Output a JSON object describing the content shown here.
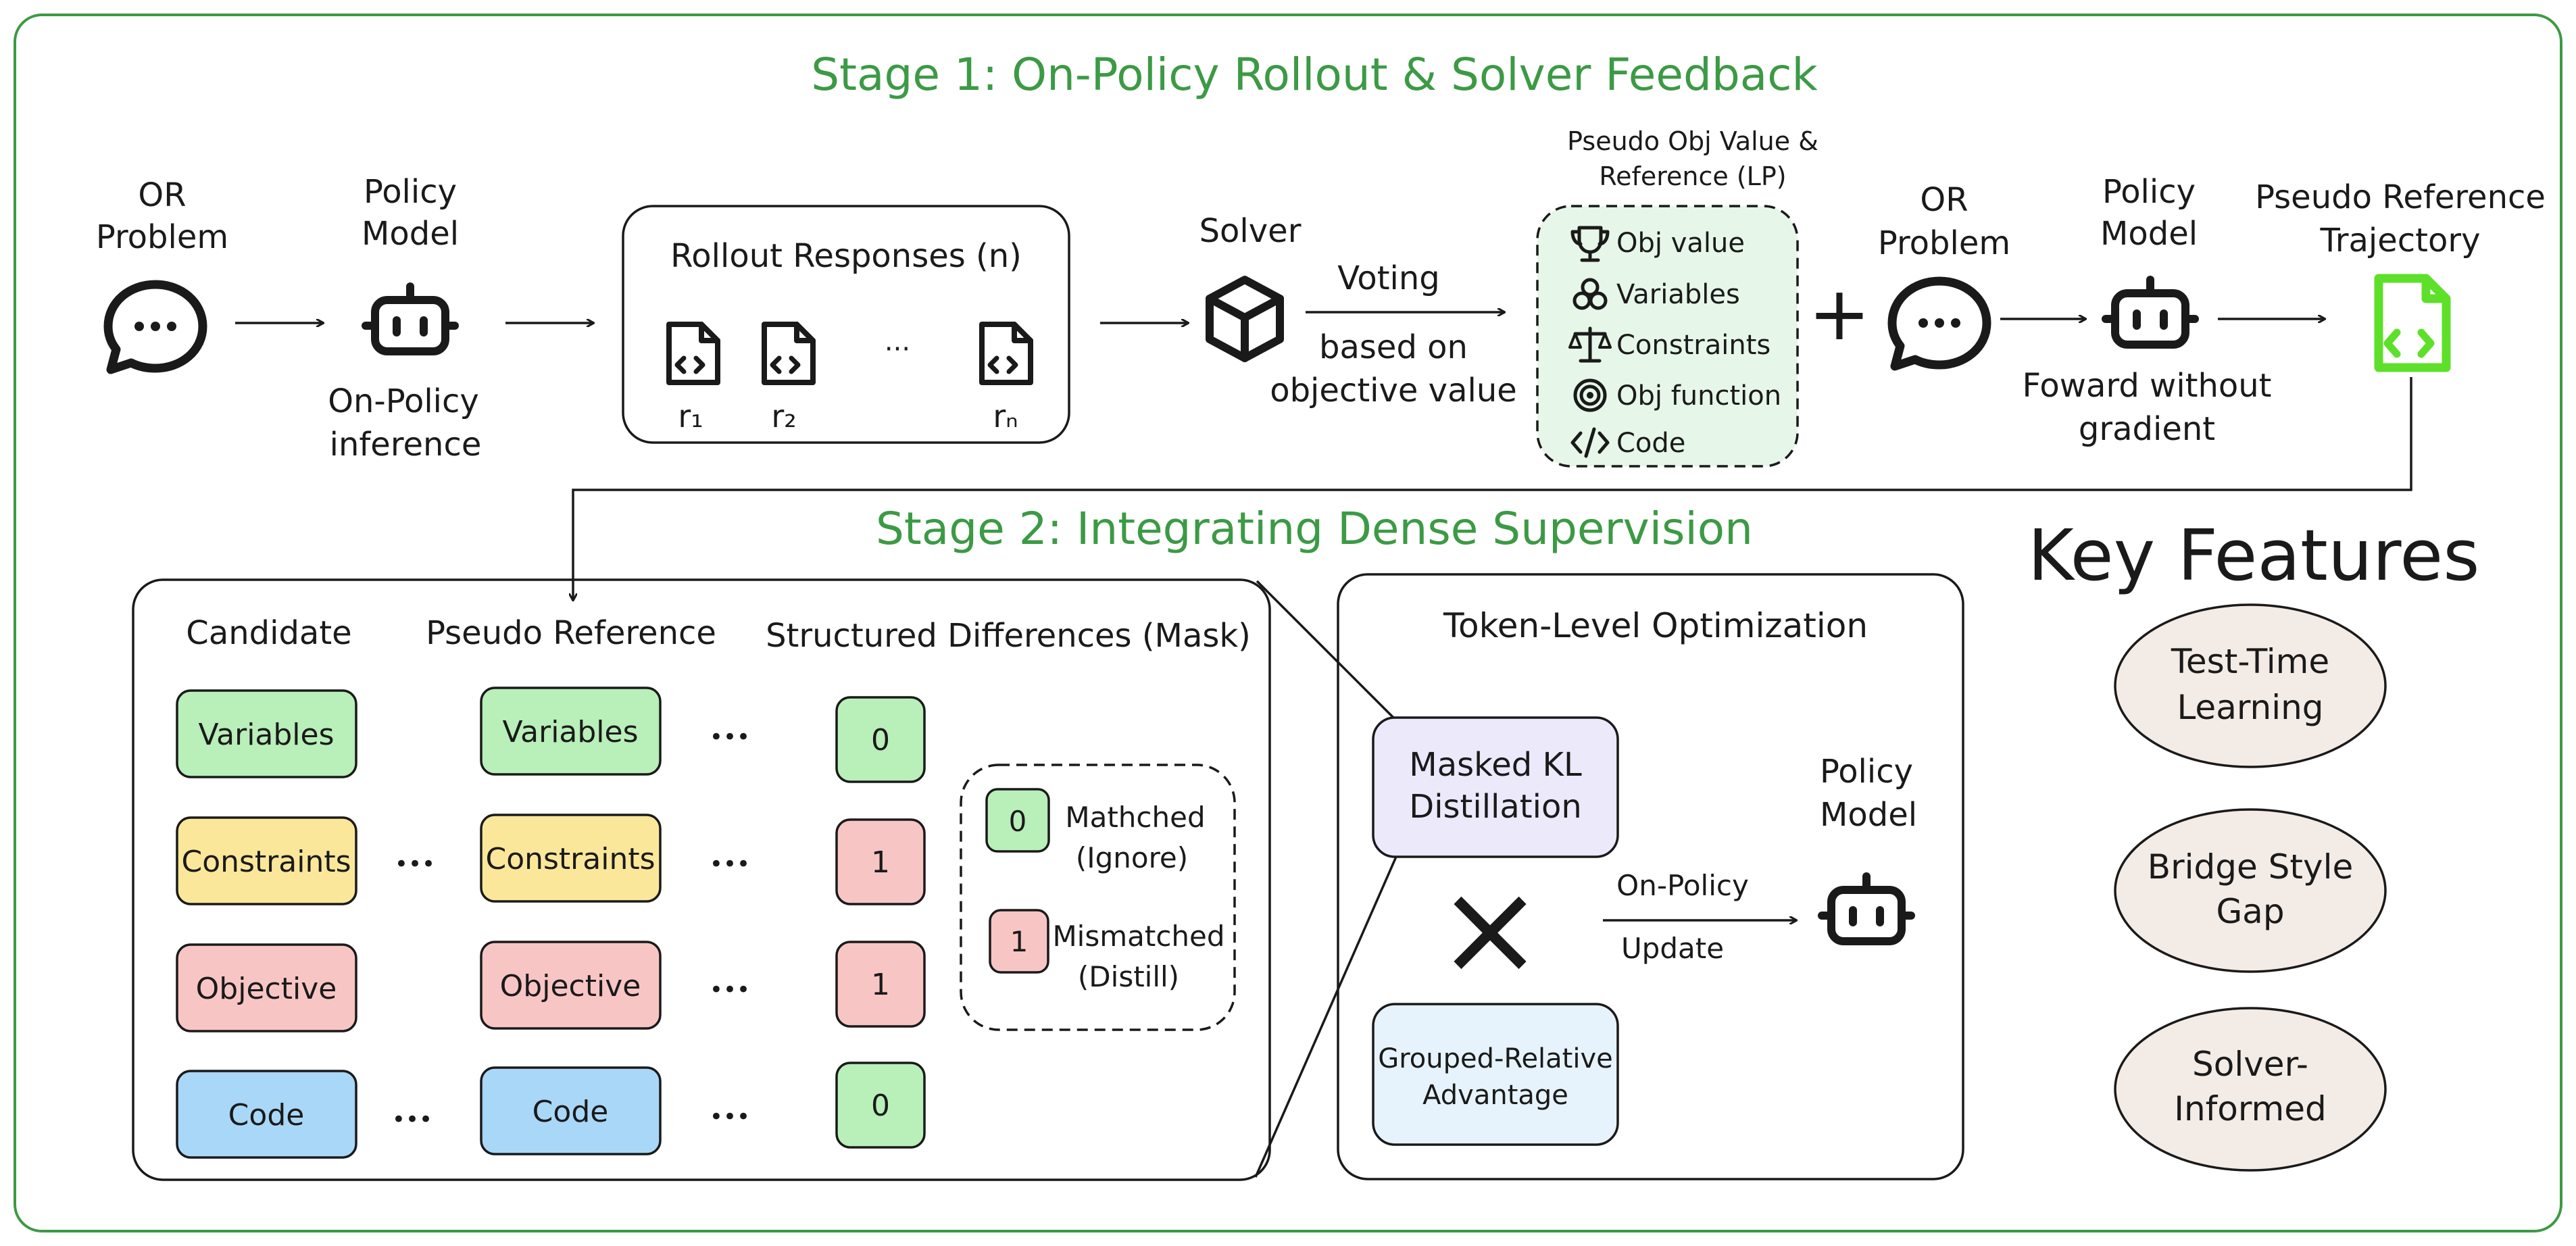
{
  "colors": {
    "frame": "#3c9a45",
    "title": "#3c9a45",
    "green_box": "#b9efb9",
    "yellow_box": "#fbe79a",
    "red_box": "#f8c5c5",
    "blue_box": "#a9d7f7",
    "lp_panel": "#e6f6e8",
    "kl_box": "#ece9fb",
    "adv_box": "#e6f3fc",
    "feature_ellipse": "#f3ebe6",
    "trajectory_icon": "#5ee02a"
  },
  "stage1": {
    "title": "Stage 1: On-Policy Rollout & Solver Feedback",
    "or_problem": [
      "OR",
      "Problem"
    ],
    "policy_model": [
      "Policy",
      "Model"
    ],
    "on_policy_inference": [
      "On-Policy",
      "inference"
    ],
    "rollout_title": "Rollout Responses (n)",
    "rollouts": [
      "r₁",
      "r₂",
      "rₙ"
    ],
    "rollout_ellipsis": "···",
    "solver": "Solver",
    "voting": "Voting",
    "based_on": [
      "based on",
      "objective value"
    ],
    "pseudo_obj_title": [
      "Pseudo Obj Value &",
      "Reference (LP)"
    ],
    "lp_items": [
      {
        "icon": "trophy-icon",
        "label": "Obj value"
      },
      {
        "icon": "variables-icon",
        "label": "Variables"
      },
      {
        "icon": "scale-icon",
        "label": "Constraints"
      },
      {
        "icon": "target-icon",
        "label": "Obj function"
      },
      {
        "icon": "code-icon",
        "label": "Code"
      }
    ],
    "plus": "+",
    "or_problem_2": [
      "OR",
      "Problem"
    ],
    "policy_model_2": [
      "Policy",
      "Model"
    ],
    "forward_without": [
      "Foward without",
      "gradient"
    ],
    "pseudo_ref_trajectory": [
      "Pseudo Reference",
      "Trajectory"
    ]
  },
  "stage2": {
    "title": "Stage 2: Integrating Dense Supervision",
    "candidate_header": "Candidate",
    "pseudo_ref_header": "Pseudo Reference",
    "struct_diff_header": "Structured Differences (Mask)",
    "rows": [
      {
        "label": "Variables",
        "mask": "0"
      },
      {
        "label": "Constraints",
        "mask": "1"
      },
      {
        "label": "Objective",
        "mask": "1"
      },
      {
        "label": "Code",
        "mask": "0"
      }
    ],
    "ellipsis": "•••",
    "legend": [
      {
        "value": "0",
        "label": [
          "Mathched",
          "(Ignore)"
        ]
      },
      {
        "value": "1",
        "label": [
          "Mismatched",
          "(Distill)"
        ]
      }
    ],
    "token_title": "Token-Level Optimization",
    "masked_kl": [
      "Masked KL",
      "Distillation"
    ],
    "times": "×",
    "grouped_adv": [
      "Grouped-Relative",
      "Advantage"
    ],
    "on_policy": "On-Policy",
    "update": "Update",
    "policy_model": [
      "Policy",
      "Model"
    ]
  },
  "key_features": {
    "title": "Key Features",
    "items": [
      [
        "Test-Time",
        "Learning"
      ],
      [
        "Bridge Style",
        "Gap"
      ],
      [
        "Solver-",
        "Informed"
      ]
    ]
  }
}
